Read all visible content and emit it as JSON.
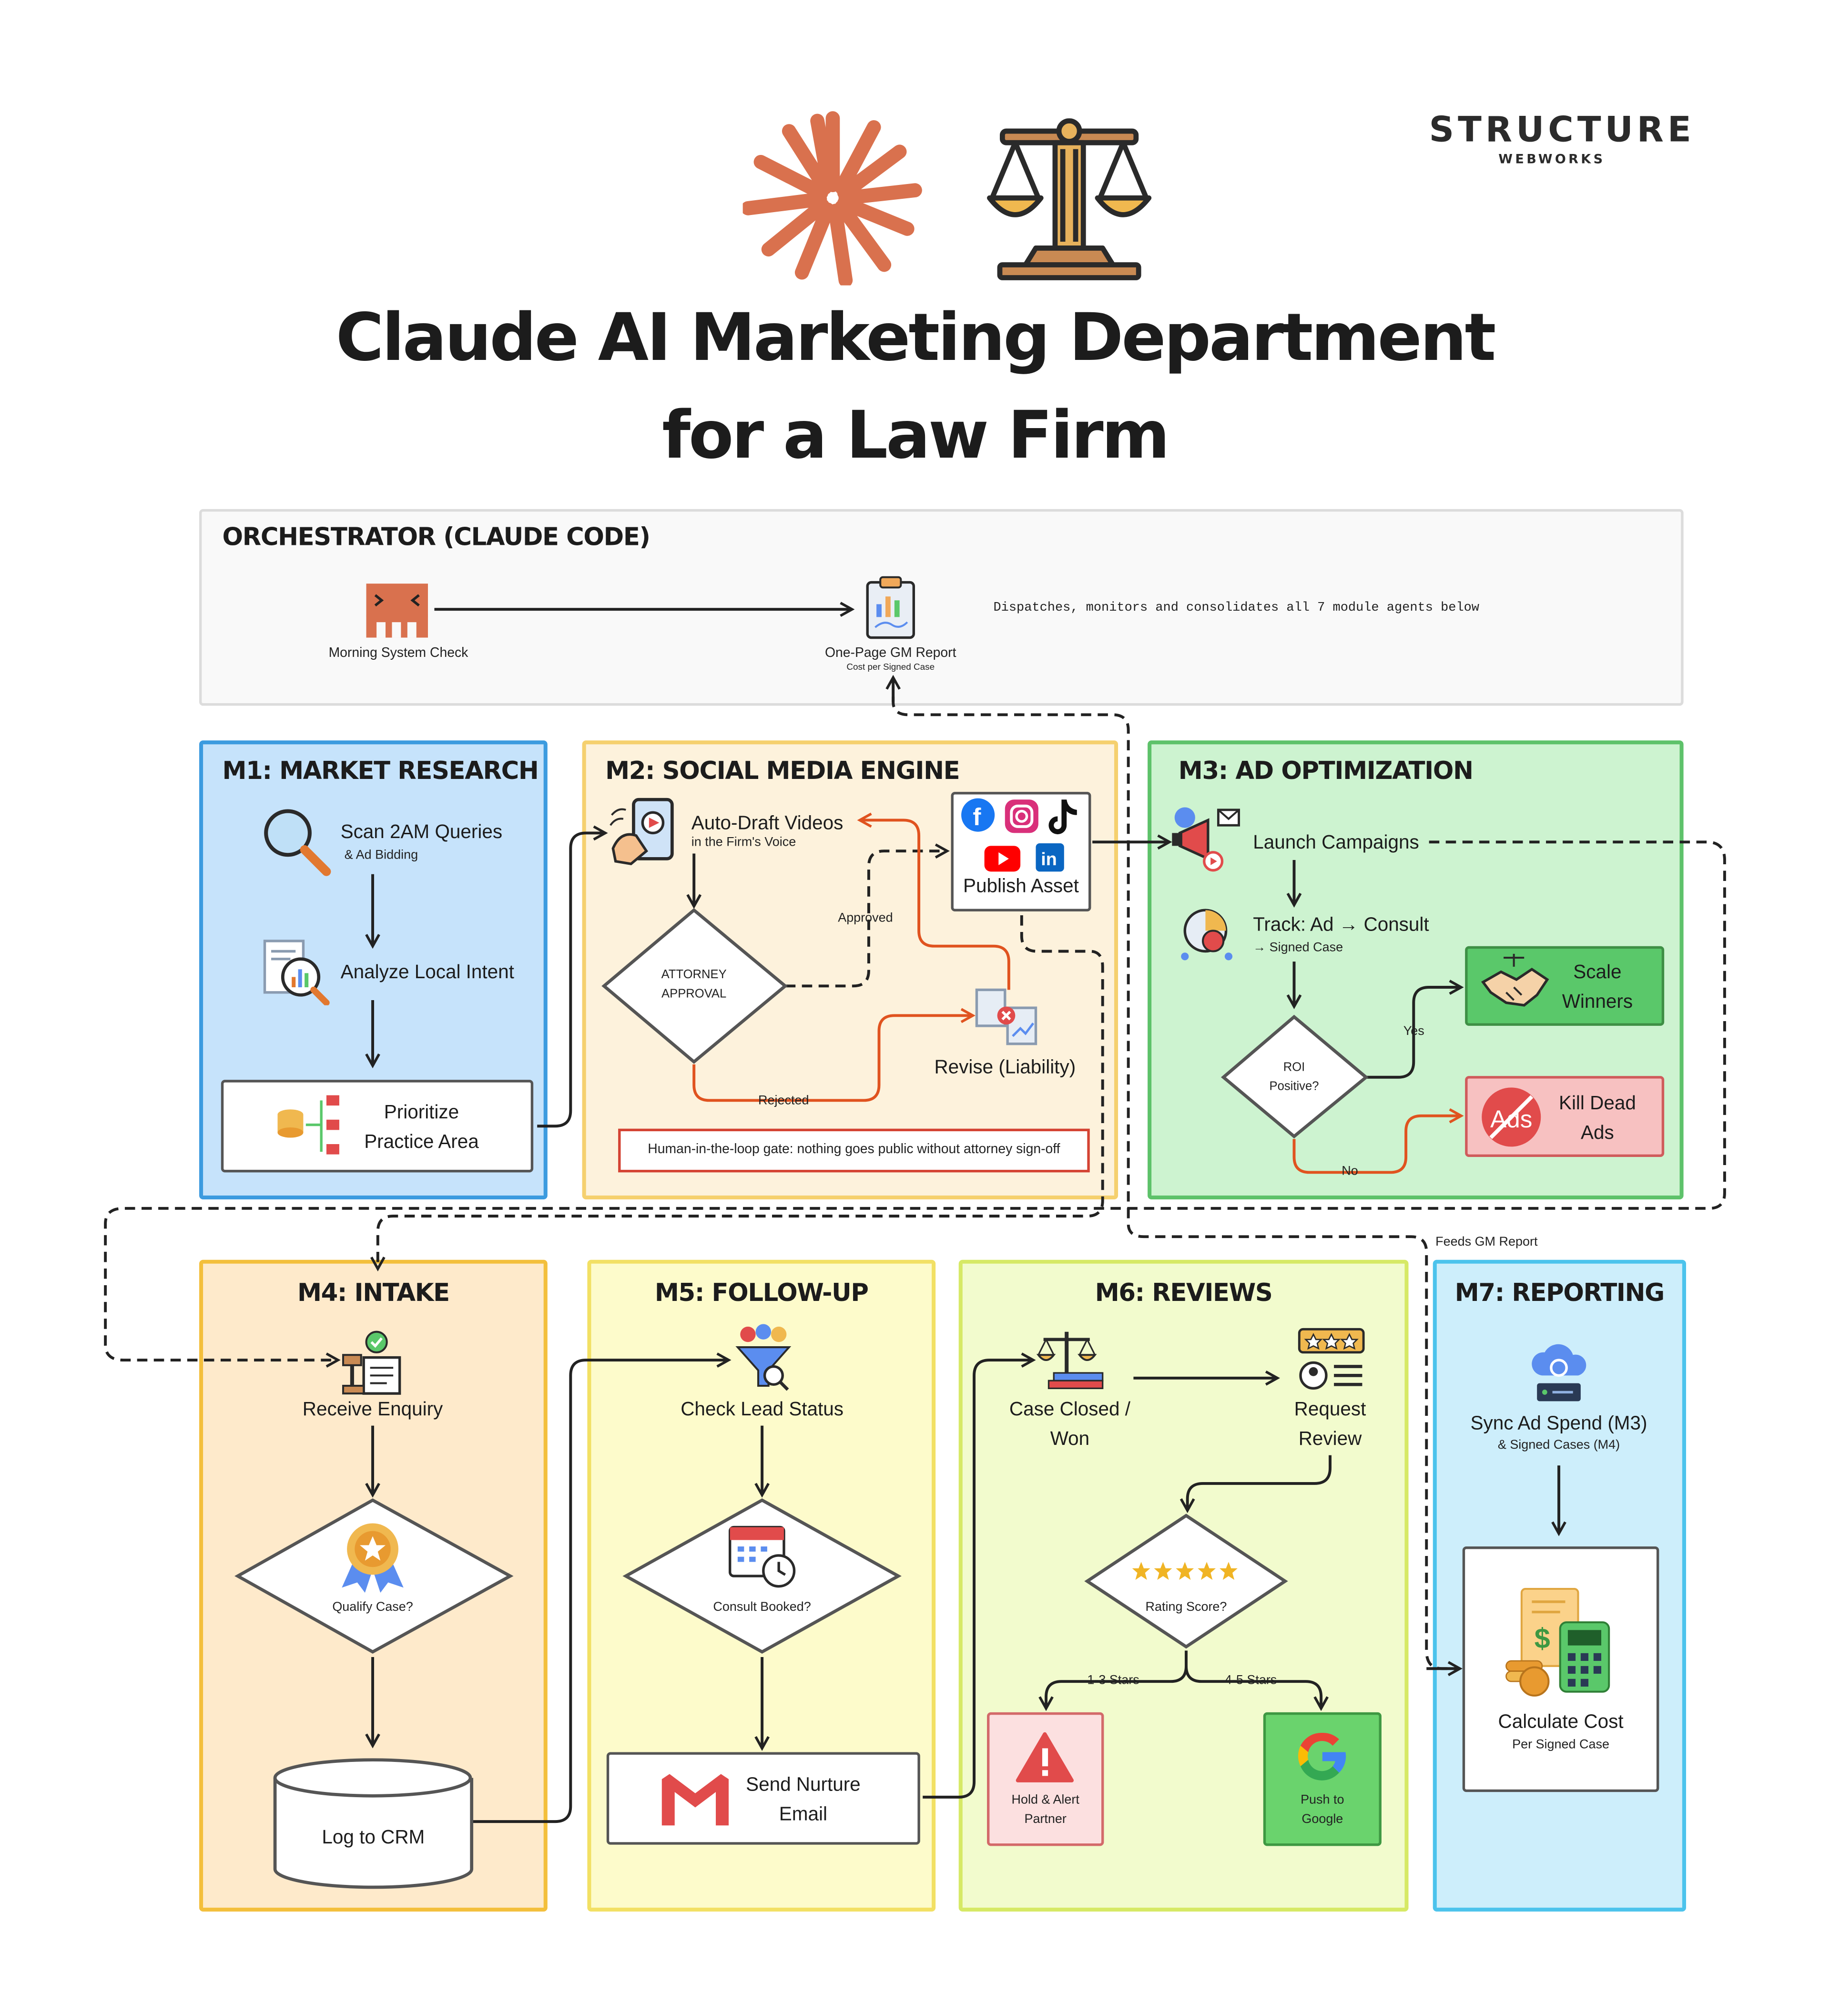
{
  "logo": {
    "brand": "STRUCTURE",
    "sub": "WEBWORKS"
  },
  "title": {
    "line1": "Claude AI Marketing Department",
    "line2": "for a Law Firm"
  },
  "orchestrator": {
    "title": "ORCHESTRATOR (CLAUDE CODE)",
    "morning_check": "Morning System Check",
    "report_title": "One-Page GM Report",
    "report_sub": "Cost per Signed Case",
    "note": "Dispatches, monitors and consolidates all 7 module agents below"
  },
  "m1": {
    "title": "M1: MARKET RESEARCH",
    "scan": "Scan 2AM Queries",
    "scan_sub": "& Ad Bidding",
    "analyze": "Analyze Local Intent",
    "prioritize_l1": "Prioritize",
    "prioritize_l2": "Practice Area"
  },
  "m2": {
    "title": "M2: SOCIAL MEDIA ENGINE",
    "draft": "Auto-Draft Videos",
    "draft_sub": "in the Firm's Voice",
    "publish": "Publish Asset",
    "approval_l1": "ATTORNEY",
    "approval_l2": "APPROVAL",
    "approved": "Approved",
    "rejected": "Rejected",
    "revise": "Revise (Liability)",
    "gate": "Human-in-the-loop gate: nothing goes public without attorney sign-off"
  },
  "m3": {
    "title": "M3: AD OPTIMIZATION",
    "launch": "Launch Campaigns",
    "track": "Track: Ad → Consult",
    "track_sub": "→ Signed Case",
    "roi_l1": "ROI",
    "roi_l2": "Positive?",
    "yes": "Yes",
    "no": "No",
    "scale_l1": "Scale",
    "scale_l2": "Winners",
    "kill_l1": "Kill Dead",
    "kill_l2": "Ads",
    "ads_icon_text": "Ads"
  },
  "feeds_gm": "Feeds GM Report",
  "m4": {
    "title": "M4: INTAKE",
    "receive": "Receive Enquiry",
    "qualify": "Qualify Case?",
    "crm": "Log to CRM"
  },
  "m5": {
    "title": "M5: FOLLOW-UP",
    "check": "Check Lead Status",
    "consult": "Consult Booked?",
    "nurture_l1": "Send Nurture",
    "nurture_l2": "Email"
  },
  "m6": {
    "title": "M6: REVIEWS",
    "closed_l1": "Case Closed /",
    "closed_l2": "Won",
    "request_l1": "Request",
    "request_l2": "Review",
    "rating": "Rating Score?",
    "low": "1-3 Stars",
    "high": "4-5 Stars",
    "hold_l1": "Hold & Alert",
    "hold_l2": "Partner",
    "push_l1": "Push to",
    "push_l2": "Google"
  },
  "m7": {
    "title": "M7: REPORTING",
    "sync": "Sync Ad Spend (M3)",
    "sync_sub": "& Signed Cases (M4)",
    "calc": "Calculate Cost",
    "calc_sub": "Per Signed Case"
  },
  "colors": {
    "orchestrator_bg": "#f9f9f9",
    "m1": "#c6e3fb",
    "m2": "#fdf2dc",
    "m3": "#cdf3d0",
    "m4": "#feeacb",
    "m5": "#fdfbcb",
    "m6": "#f2fbcd",
    "m7": "#cdeefb",
    "reject_arrow": "#e0531f",
    "claude_orange": "#d9714e"
  }
}
